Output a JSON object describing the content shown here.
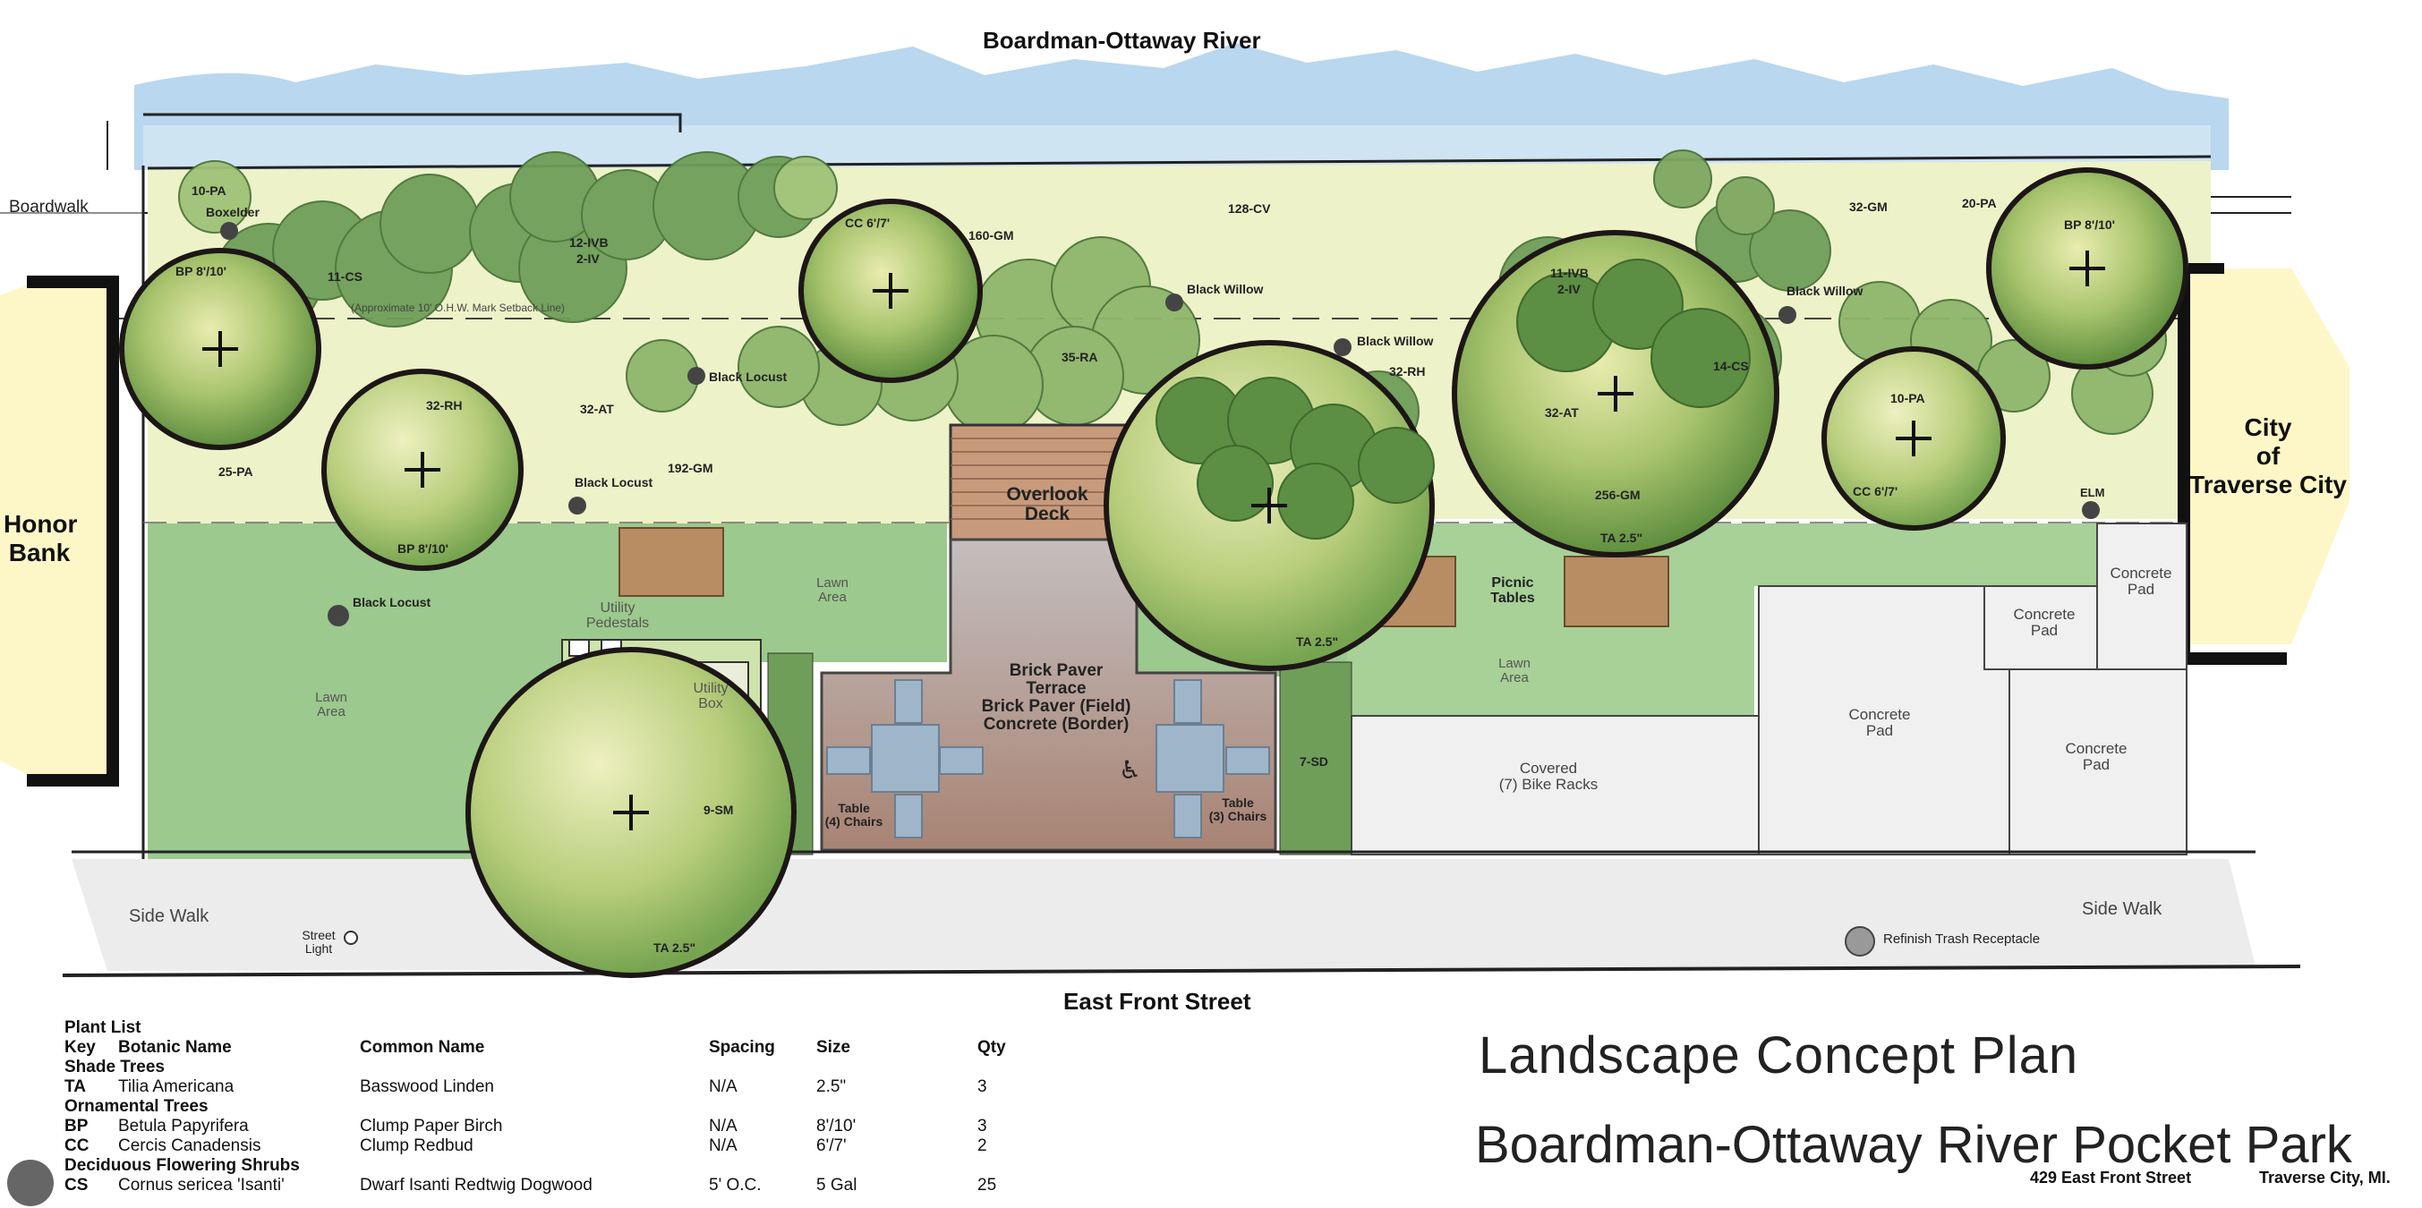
{
  "streets": {
    "river": "Boardman-Ottaway River",
    "front": "East Front Street"
  },
  "neighbors": {
    "left_lines": [
      "Honor",
      "Bank"
    ],
    "right_lines": [
      "City",
      "of",
      "Traverse City"
    ],
    "boardwalk": "Boardwalk"
  },
  "features": {
    "overlook_deck_lines": [
      "Overlook",
      "Deck"
    ],
    "terrace_lines": [
      "Brick Paver",
      "Terrace",
      "Brick Paver (Field)",
      "Concrete (Border)"
    ],
    "picnic_tables_lines": [
      "Picnic",
      "Tables"
    ],
    "utility_pedestals_lines": [
      "Utility",
      "Pedestals"
    ],
    "utility_box_lines": [
      "Utility",
      "Box"
    ],
    "lawn_area_lines": [
      "Lawn",
      "Area"
    ],
    "table_left_lines": [
      "Table",
      "(4) Chairs"
    ],
    "table_right_lines": [
      "Table",
      "(3) Chairs"
    ],
    "bike_racks_lines": [
      "Covered",
      "(7) Bike Racks"
    ],
    "concrete_pad_lines": [
      "Concrete",
      "Pad"
    ],
    "side_walk": "Side  Walk",
    "street_light_lines": [
      "Street",
      "Light"
    ],
    "trash": "Refinish Trash Receptacle",
    "setback": "(Approximate 10' O.H.W. Mark Setback Line)"
  },
  "plant_labels": {
    "pa10": "10-PA",
    "boxelder": "Boxelder",
    "bp": "BP 8'/10'",
    "cs11": "11-CS",
    "ivb12": "12-IVB",
    "iv2": "2-IV",
    "cc": "CC 6'/7'",
    "gm160": "160-GM",
    "cv128": "128-CV",
    "gm32": "32-GM",
    "pa20": "20-PA",
    "black_locust": "Black Locust",
    "black_willow": "Black Willow",
    "ra35": "35-RA",
    "rh32": "32-RH",
    "ivb11": "11-IVB",
    "cs14": "14-CS",
    "at32": "32-AT",
    "pa25": "25-PA",
    "gm192": "192-GM",
    "gm256": "256-GM",
    "ta": "TA 2.5\"",
    "elm": "ELM",
    "sd7": "7-SD",
    "sm9": "9-SM"
  },
  "legend": {
    "title": "Plant List",
    "headers": {
      "key": "Key",
      "botanic": "Botanic Name",
      "common": "Common Name",
      "spacing": "Spacing",
      "size": "Size",
      "qty": "Qty"
    },
    "groups": [
      {
        "name": "Shade Trees",
        "rows": [
          {
            "key": "TA",
            "botanic": "Tilia Americana",
            "common": "Basswood Linden",
            "spacing": "N/A",
            "size": "2.5\"",
            "qty": "3"
          }
        ]
      },
      {
        "name": "Ornamental  Trees",
        "rows": [
          {
            "key": "BP",
            "botanic": "Betula Papyrifera",
            "common": "Clump Paper Birch",
            "spacing": "N/A",
            "size": "8'/10'",
            "qty": "3"
          },
          {
            "key": "CC",
            "botanic": "Cercis Canadensis",
            "common": "Clump Redbud",
            "spacing": "N/A",
            "size": "6'/7'",
            "qty": "2"
          }
        ]
      },
      {
        "name": "Deciduous Flowering Shrubs",
        "rows": [
          {
            "key": "CS",
            "botanic": "Cornus sericea 'Isanti'",
            "common": "Dwarf Isanti Redtwig Dogwood",
            "spacing": "5' O.C.",
            "size": "5 Gal",
            "qty": "25"
          }
        ]
      }
    ]
  },
  "title": {
    "line1": "Landscape Concept  Plan",
    "line2": "Boardman-Ottaway River Pocket Park",
    "address": "429 East Front Street",
    "city": "Traverse City, MI."
  },
  "colors": {
    "river": "#b9d7ee",
    "lawn": "#9cc98d",
    "shrub": "#6f9e59",
    "planting_bed": "#eef2c9",
    "terrace": "#b08f82",
    "deck": "#c79a7c",
    "neighbor": "#fdf7c8",
    "concrete": "#f0f0f0"
  }
}
